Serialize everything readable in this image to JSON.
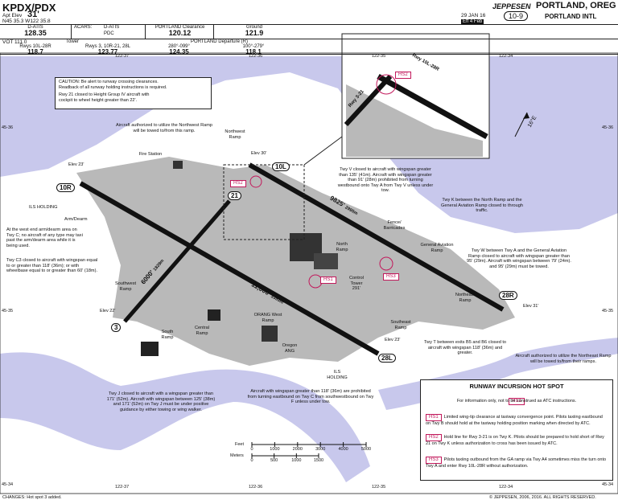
{
  "header": {
    "airport_id": "KPDX/PDX",
    "apt_elev_label": "Apt Elev",
    "apt_elev_value": "31'",
    "coords": "N45 35.3 W122 35.8",
    "date": "29 JAN 16",
    "eff": "Eff 4 Feb",
    "brand": "JEPPESEN",
    "city": "PORTLAND, OREG",
    "page": "10-9",
    "airport_name": "PORTLAND INTL"
  },
  "freqs": {
    "datis_label": "D-ATIS",
    "datis_value": "128.35",
    "vot_text": "VOT 111.0",
    "acars_label": "ACARS:",
    "acars_datis": "D-ATIS",
    "acars_pdc": "PDC",
    "clearance_label": "PORTLAND Clearance",
    "clearance_value": "120.12",
    "ground_label": "Ground",
    "ground_value": "121.9",
    "tower_label": "Tower",
    "tower1_rwys": "Rwys 10L-28R",
    "tower1_value": "118.7",
    "tower2_rwys": "Rwys 3, 10R-21, 28L",
    "tower2_value": "123.77",
    "departure_label": "PORTLAND Departure (R)",
    "dep1_range": "280°-099°",
    "dep1_value": "124.35",
    "dep2_range": "100°-279°",
    "dep2_value": "118.1"
  },
  "grid": {
    "top_longs": [
      "122-37",
      "122-36",
      "122-35",
      "122-34"
    ],
    "bottom_longs": [
      "122-37",
      "122-36",
      "122-35",
      "122-34"
    ],
    "left_lats": [
      "45-36",
      "45-35",
      "45-34"
    ],
    "right_lats": [
      "45-36",
      "45-35",
      "45-34"
    ]
  },
  "caution": {
    "line1": "CAUTION: Be alert to runway crossing clearances.",
    "line2": "Readback of all runway holding instructions is required.",
    "line3": "Rwy 21 closed to Height Group IV aircraft with",
    "line4": "cockpit to wheel height greater than 22'."
  },
  "runways": {
    "r10l": "10L",
    "r28r": "28R",
    "r10r": "10R",
    "r28l": "28L",
    "r21": "21",
    "r3": "3",
    "len_9825": "9825'",
    "len_9825m": "2995m",
    "len_11000": "11,000'",
    "len_11000m": "3353m",
    "len_6000": "6000'",
    "len_6000m": "1829m"
  },
  "elevs": {
    "e23_nw": "Elev 23'",
    "e30": "Elev 30'",
    "e22": "Elev 22'",
    "e31": "Elev 31'",
    "e23_se": "Elev 23'"
  },
  "places": {
    "northwest_ramp": "Northwest Ramp",
    "fire_station": "Fire Station",
    "ils_holding_w": "ILS HOLDING",
    "arm_dearm": "Arm/Dearm",
    "southwest_ramp": "Southwest Ramp",
    "south_ramp": "South Ramp",
    "central_ramp": "Central Ramp",
    "orang_west_ramp": "ORANG West Ramp",
    "oregon_ang": "Oregon ANG",
    "ils_holding_s": "ILS HOLDING",
    "southeast_ramp": "Southeast Ramp",
    "north_ramp": "North Ramp",
    "control_tower": "Control Tower",
    "control_tower_elev": "291'",
    "fence": "Fence/ Barricades",
    "ga_ramp": "General Aviation Ramp",
    "northeast_ramp": "Northeast Ramp"
  },
  "notes": {
    "nw_ramp": "Aircraft authorized to utilize the Northwest Ramp will be towed to/from this ramp.",
    "arm_dearm": "At the west end arm/dearm area on Twy C; no aircraft of any type may taxi past the arm/dearm area while it is being used.",
    "twy_c3": "Twy C3 closed to aircraft with wingspan equal to or greater than 118' (36m); or with wheelbase equal to or greater than 60' (18m).",
    "twy_v": "Twy V closed to aircraft with wingspan greater than 135' (41m). Aircraft with wingspan greater than 91' (28m) prohibited from turning westbound onto Twy A from Twy V unless under tow.",
    "twy_k": "Twy K between the North Ramp and the General Aviation Ramp closed to through traffic.",
    "twy_w": "Twy W between Twy A and the General Aviation Ramp closed to aircraft with wingspan greater than 95' (29m). Aircraft with wingspan between 79' (24m). and 95' (29m) must be towed.",
    "twy_t": "Twy T between exits B5 and B6 closed to aircraft with wingspan 118' (36m) and greater.",
    "ne_ramp": "Aircraft authorized to utilize the Northeast Ramp will be towed to/from their ramps.",
    "twy_j": "Twy J closed to aircraft with a wingspan greater than 171' (52m). Aircraft with wingspan between 125' (38m) and 171' (52m) on Twy J must be under positive guidance by either towing or wing walker.",
    "twy_c": "Aircraft with wingspan greater than 118' (36m) are prohibited from turning eastbound on Twy C from southwestbound on Twy F unless under tow."
  },
  "hotspots": {
    "hs1": "HS1",
    "hs2": "HS2",
    "hs3": "HS3"
  },
  "legend": {
    "title": "RUNWAY INCURSION HOT SPOT",
    "tag": "HS1",
    "intro": "For information only, not to be construed as ATC instructions.",
    "items": [
      {
        "tag": "HS1",
        "text": "Limited wing-tip clearance at taxiway convergence point. Pilots taxiing eastbound on Twy B should hold at the taxiway holding position marking when directed by ATC."
      },
      {
        "tag": "HS2",
        "text": "Hold line for Rwy 3-21 is on Twy K. Pilots should be prepared to hold short of Rwy 21 on Twy K unless authorization to cross has been issued by ATC."
      },
      {
        "tag": "HS3",
        "text": "Pilots taxiing outbound from the GA ramp via Twy A4 sometimes miss the turn onto Twy A and enter Rwy 10L-28R without authorization."
      }
    ]
  },
  "scale": {
    "feet_label": "Feet",
    "meters_label": "Meters",
    "feet_ticks": [
      "0",
      "1000",
      "2000",
      "3000",
      "4000",
      "5000"
    ],
    "meter_ticks": [
      "0",
      "500",
      "1000",
      "1500"
    ]
  },
  "inset": {
    "runway_label": "Rwy 10L-28R",
    "runway_21": "Rwy 3-21",
    "hs": "HS2"
  },
  "variation": "16°E",
  "footer": {
    "changes": "CHANGES:  Hot spot 3 added.",
    "copyright": "© JEPPESEN, 2006, 2016. ALL RIGHTS RESERVED."
  },
  "colors": {
    "water": "#c8c8ec",
    "pavement": "#b9b9b9",
    "runway": "#111111",
    "hotspot": "#c2185b"
  }
}
